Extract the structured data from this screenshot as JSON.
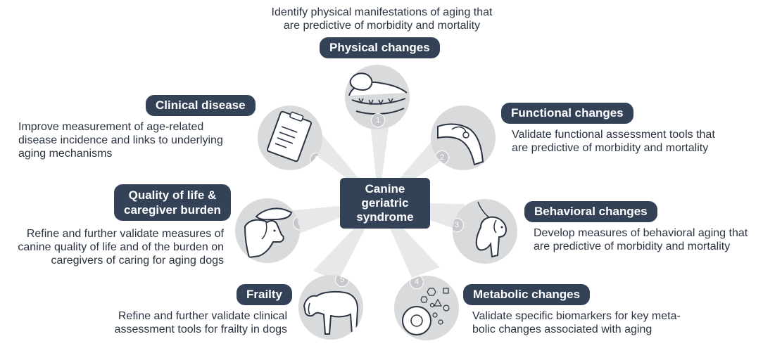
{
  "center": {
    "lines": [
      "Canine",
      "geriatric",
      "syndrome"
    ]
  },
  "nodes": [
    {
      "number": "1",
      "label": "Physical changes",
      "icon": "dog-mouth-teeth-icon",
      "description": [
        "Identify physical manifestations of aging that",
        "are predictive of morbidity and mortality"
      ]
    },
    {
      "number": "2",
      "label": "Functional changes",
      "icon": "dog-leg-joint-icon",
      "description": [
        "Validate functional assessment tools that",
        "are predictive of morbidity and mortality"
      ]
    },
    {
      "number": "3",
      "label": "Behavioral changes",
      "icon": "sitting-dog-leash-icon",
      "description": [
        "Develop measures of behavioral aging that",
        "are predictive of morbidity and mortality"
      ]
    },
    {
      "number": "4",
      "label": "Metabolic changes",
      "icon": "cell-biomarkers-icon",
      "description": [
        "Validate specific biomarkers for key meta-",
        "bolic changes associated with aging"
      ]
    },
    {
      "number": "5",
      "label": "Frailty",
      "icon": "frail-dog-icon",
      "description": [
        "Refine and further validate clinical",
        "assessment tools for frailty in dogs"
      ]
    },
    {
      "number": "6",
      "label": [
        "Quality of life &",
        "caregiver burden"
      ],
      "icon": "hand-petting-dog-icon",
      "description": [
        "Refine and further validate measures of",
        "canine quality of life and of the burden on",
        "caregivers of caring for aging dogs"
      ]
    },
    {
      "number": "7",
      "label": "Clinical disease",
      "icon": "clipboard-icon",
      "description": [
        "Improve measurement of age-related",
        "disease incidence and links to underlying",
        "aging mechanisms"
      ]
    }
  ],
  "colors": {
    "pill": "#344258",
    "circle": "#d9dadc",
    "ray": "#e7e8ea",
    "icon_line": "#2b3442",
    "text": "#2b3442"
  }
}
